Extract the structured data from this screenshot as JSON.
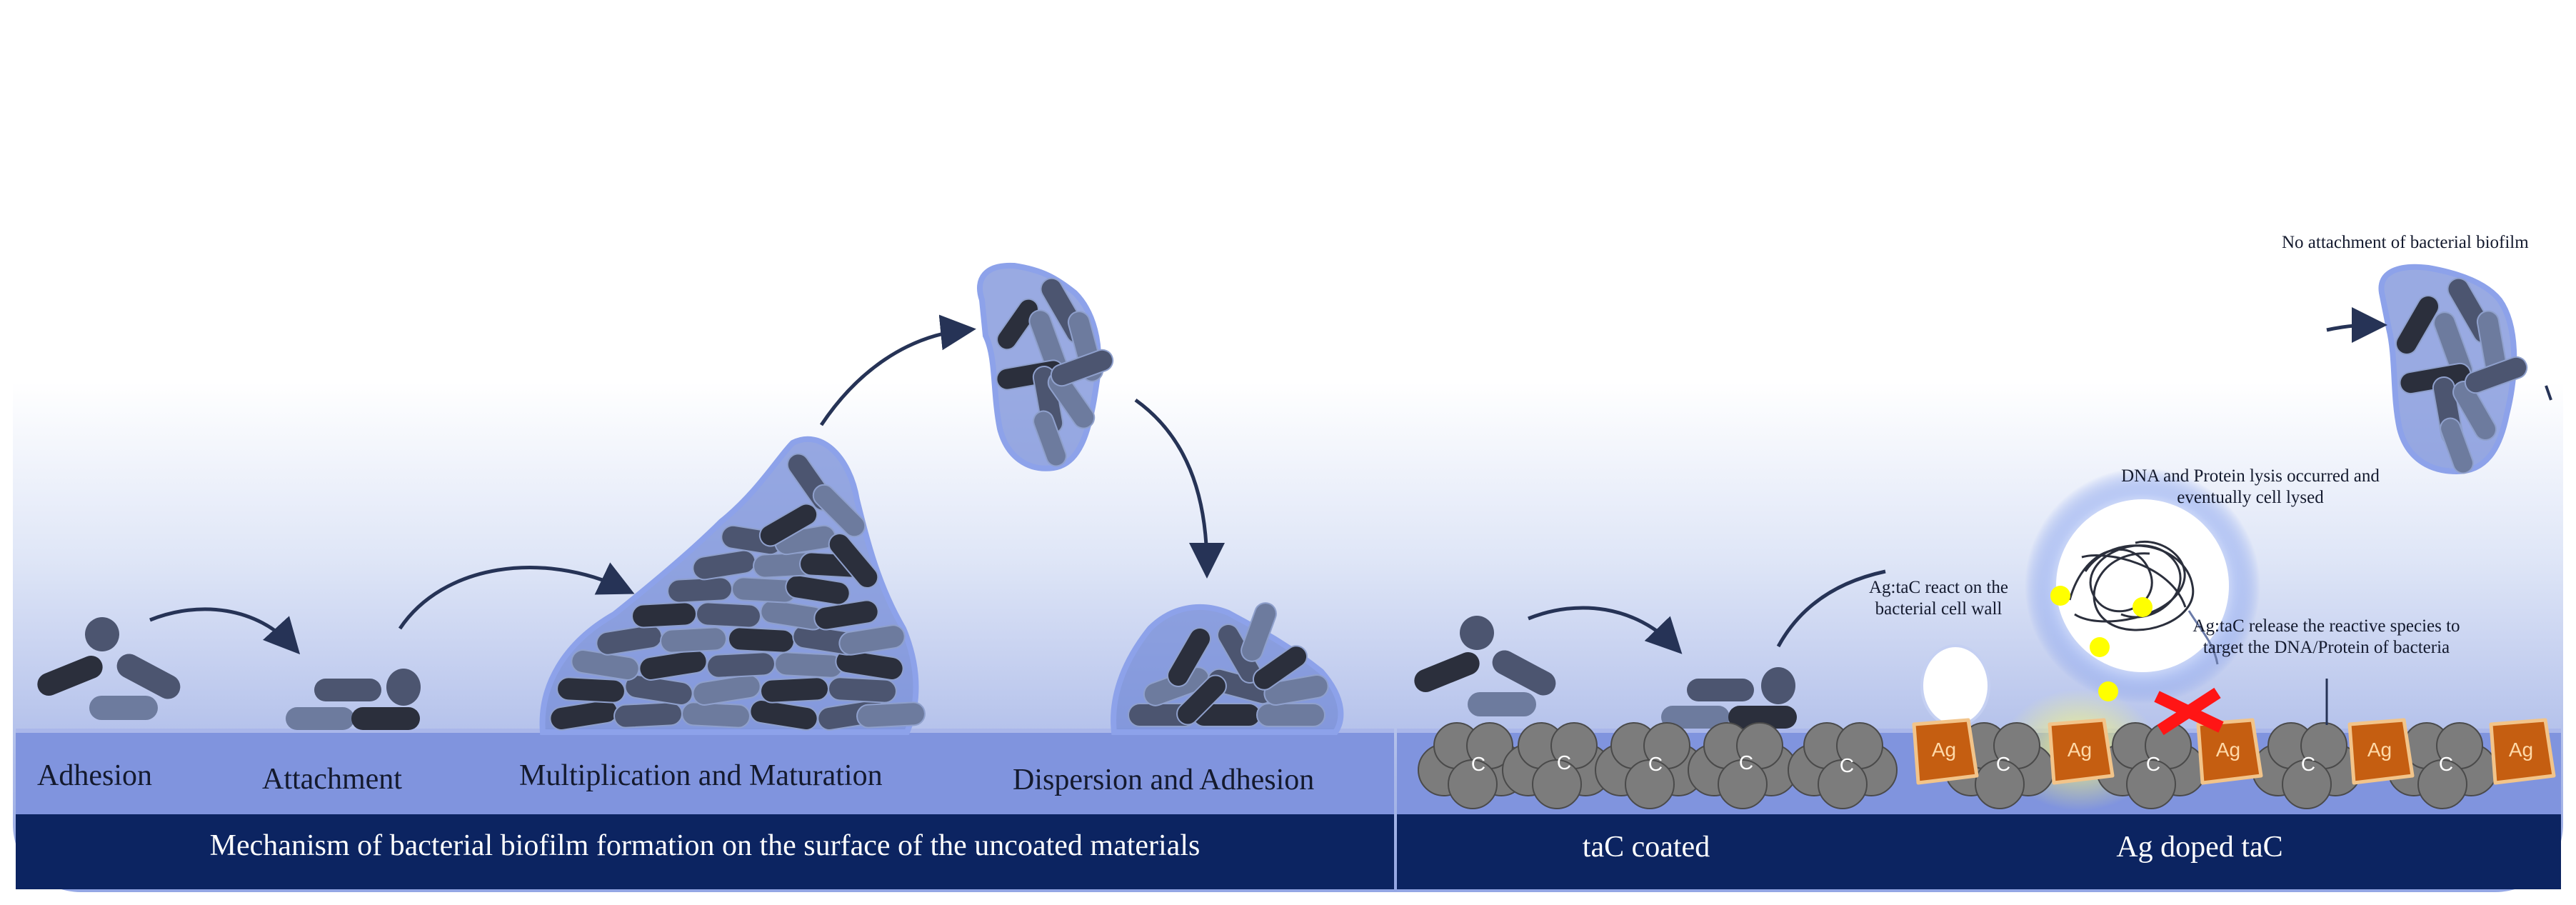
{
  "left_panel": {
    "stages": [
      "Adhesion",
      "Attachment",
      "Multiplication and Maturation",
      "Dispersion and Adhesion"
    ],
    "caption": "Mechanism of bacterial biofilm formation on the surface of the uncoated materials"
  },
  "right_panel": {
    "coating_labels": [
      "taC coated",
      "Ag doped taC"
    ],
    "annotations": {
      "no_attachment": "No attachment of bacterial biofilm",
      "dna_lysis": "DNA and Protein lysis occurred and eventually cell lysed",
      "react_wall": "Ag:taC react on the bacterial cell wall",
      "release": "Ag:taC release the reactive species to target the DNA/Protein of bacteria"
    },
    "grain_labels": {
      "carbon": "C",
      "silver": "Ag"
    }
  },
  "colors": {
    "footer": "#0c2461",
    "surface": "#7f93dd",
    "bacterium_dark": "#2b2f3c",
    "bacterium_mid": "#4c5570",
    "bacterium_light": "#6d7b9e",
    "matrix": "#6e86d6",
    "carbon_grain": "#7c7c7c",
    "silver_grain": "#c55e11",
    "ros_dot": "#ffff00",
    "cross": "#ff0000"
  },
  "icons": [
    "bacterium-rod",
    "coccus-cell",
    "flow-arrow",
    "carbon-grain",
    "silver-grain",
    "cross-mark",
    "dna-strand"
  ]
}
